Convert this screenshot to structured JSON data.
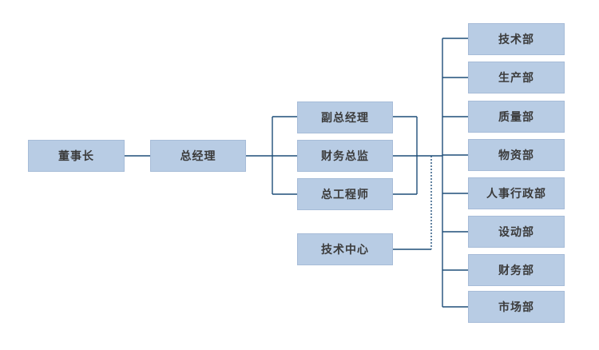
{
  "diagram": {
    "colors": {
      "box_fill": "#b8cce4",
      "line": "#1f4e79"
    },
    "nodes": {
      "chairman": "董事长",
      "general_manager": "总经理",
      "deputy_gm": "副总经理",
      "cfo": "财务总监",
      "chief_engineer": "总工程师",
      "tech_center": "技术中心",
      "departments": [
        "技术部",
        "生产部",
        "质量部",
        "物资部",
        "人事行政部",
        "设动部",
        "财务部",
        "市场部"
      ]
    },
    "edges": [
      [
        "chairman",
        "general_manager"
      ],
      [
        "general_manager",
        "deputy_gm"
      ],
      [
        "general_manager",
        "cfo"
      ],
      [
        "general_manager",
        "chief_engineer"
      ],
      [
        "deputy_gm",
        "departments"
      ],
      [
        "chief_engineer",
        "departments"
      ],
      [
        "cfo",
        "departments"
      ],
      [
        "tech_center",
        "departments"
      ]
    ]
  }
}
